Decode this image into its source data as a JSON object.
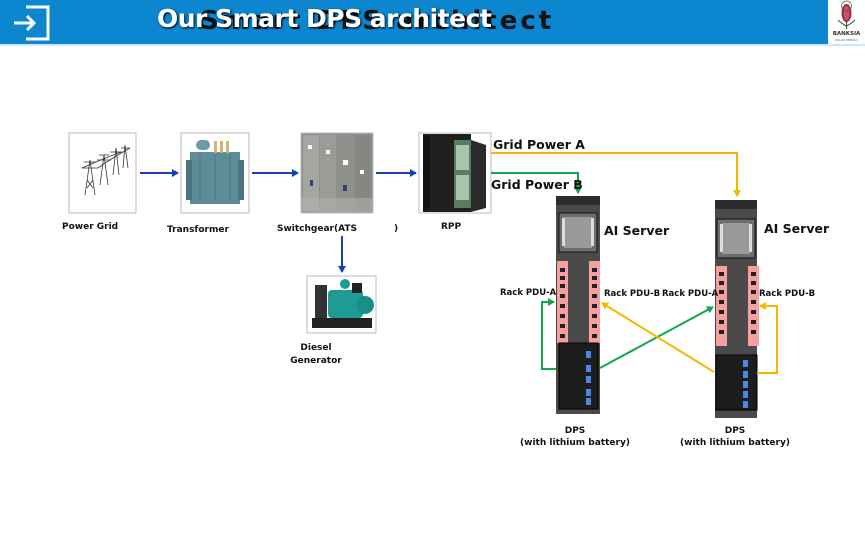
{
  "header": {
    "title": "Our Smart DPS architect",
    "title_shadow": "Smart DPS architect",
    "exit_icon": "exit-icon",
    "logo": {
      "name": "BANKSIA",
      "tagline": "SOLAR ENERGY"
    },
    "colors": {
      "bar": "#0b86cf",
      "title": "#ffffff"
    }
  },
  "diagram": {
    "nodes": {
      "power_grid": "Power Grid",
      "transformer": "Transformer",
      "switchgear": "Switchgear(ATS",
      "switchgear_close": ")",
      "rpp": "RPP",
      "diesel_line1": "Diesel",
      "diesel_line2": "Generator"
    },
    "feeds": {
      "grid_a": "Grid Power A",
      "grid_b": "Grid Power B"
    },
    "racks": [
      {
        "server": "AI Server",
        "pdu_a": "Rack PDU-A",
        "pdu_b": "Rack PDU-B",
        "dps": "DPS",
        "dps_note": "(with lithium battery)"
      },
      {
        "server": "AI Server",
        "pdu_a": "Rack PDU-A",
        "pdu_b": "Rack PDU-B",
        "dps": "DPS",
        "dps_note": "(with lithium battery)"
      }
    ],
    "colors": {
      "main_flow": "#1a3fb5",
      "grid_a": "#f5b800",
      "grid_b": "#12a84a",
      "pdu": "#f06b6b",
      "rack": "#3a3a3a"
    }
  }
}
